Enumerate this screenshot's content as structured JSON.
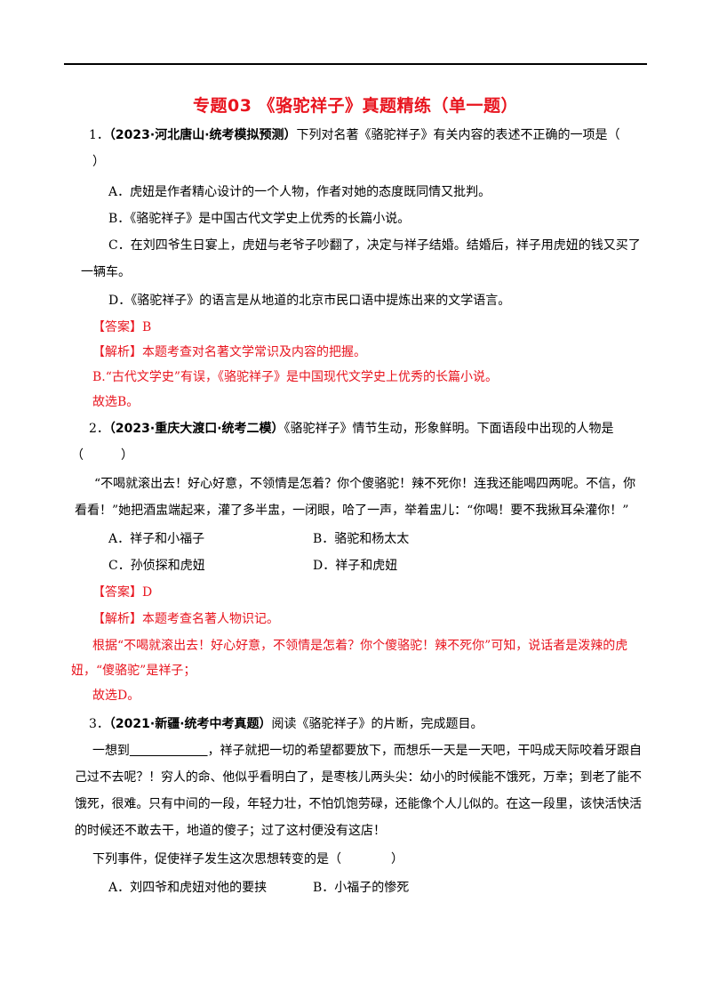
{
  "title": "专题03 《骆驼祥子》真题精练（单一题）",
  "questions": [
    {
      "num": "1．",
      "source": "（2023·河北唐山·统考模拟预测）",
      "stem_1": "下列对名著《骆驼祥子》有关内容的表述不正确的一项是（",
      "stem_2": "）",
      "options": {
        "a": "A．虎妞是作者精心设计的一个人物，作者对她的态度既同情又批判。",
        "b": "B．《骆驼祥子》是中国古代文学史上优秀的长篇小说。",
        "c1": "C．在刘四爷生日宴上，虎妞与老爷子吵翻了，决定与祥子结婚。结婚后，祥子用虎妞的钱又买了",
        "c2": "一辆车。",
        "d": "D．《骆驼祥子》的语言是从地道的北京市民口语中提炼出来的文学语言。"
      },
      "answer_label": "【答案】",
      "answer": "B",
      "analysis_label": "【解析】",
      "analysis": "本题考查对名著文学常识及内容的把握。",
      "analysis_line_2": "B.“古代文学史”有误，《骆驼祥子》是中国现代文学史上优秀的长篇小说。",
      "conclusion": "故选B。"
    },
    {
      "num": "2．",
      "source": "（2023·重庆大渡口·统考二模）",
      "stem_1": "《骆驼祥子》情节生动，形象鲜明。下面语段中出现的人物是",
      "stem_2": "（　　　）",
      "passage_1": "“不喝就滚出去！好心好意，不领情是怎着？你个傻骆驼！辣不死你！连我还能喝四两呢。不信，你",
      "passage_2": "看看！”她把酒盅端起来，灌了多半盅，一闭眼，哈了一声，举着盅儿：“你喝！要不我揪耳朵灌你！”",
      "options": {
        "a": "A．祥子和小福子",
        "b": "B．骆驼和杨太太",
        "c": "C．孙侦探和虎妞",
        "d": "D．祥子和虎妞"
      },
      "answer_label": "【答案】",
      "answer": "D",
      "analysis_label": "【解析】",
      "analysis": "本题考查名著人物识记。",
      "analysis_line_2": "根据“不喝就滚出去！好心好意，不领情是怎着？你个傻骆驼！辣不死你”可知，说话者是泼辣的虎",
      "analysis_line_3": "妞，“傻骆驼”是祥子；",
      "conclusion": "故选D。"
    },
    {
      "num": "3．",
      "source": "（2021·新疆·统考中考真题）",
      "stem_1": "阅读《骆驼祥子》的片断，完成题目。",
      "passage_1a": "一想到",
      "passage_1b": "，祥子就把一切的希望都要放下，而想乐一天是一天吧，干吗成天际咬着牙跟自",
      "passage_2": "己过不去呢？！穷人的命、他似乎看明白了，是枣核儿两头尖：幼小的时候能不饿死，万幸；到老了能不",
      "passage_3": "饿死，很难。只有中间的一段，年轻力壮，不怕饥饱劳碌，还能像个人儿似的。在这一段里，该快活快活",
      "passage_4": "的时候还不敢去干，地道的傻子；过了这村便没有这店！",
      "prompt": "下列事件，促使祥子发生这次思想转变的是（　　　　）",
      "options": {
        "a": "A．刘四爷和虎妞对他的要挟",
        "b": "B．小福子的惨死"
      }
    }
  ]
}
